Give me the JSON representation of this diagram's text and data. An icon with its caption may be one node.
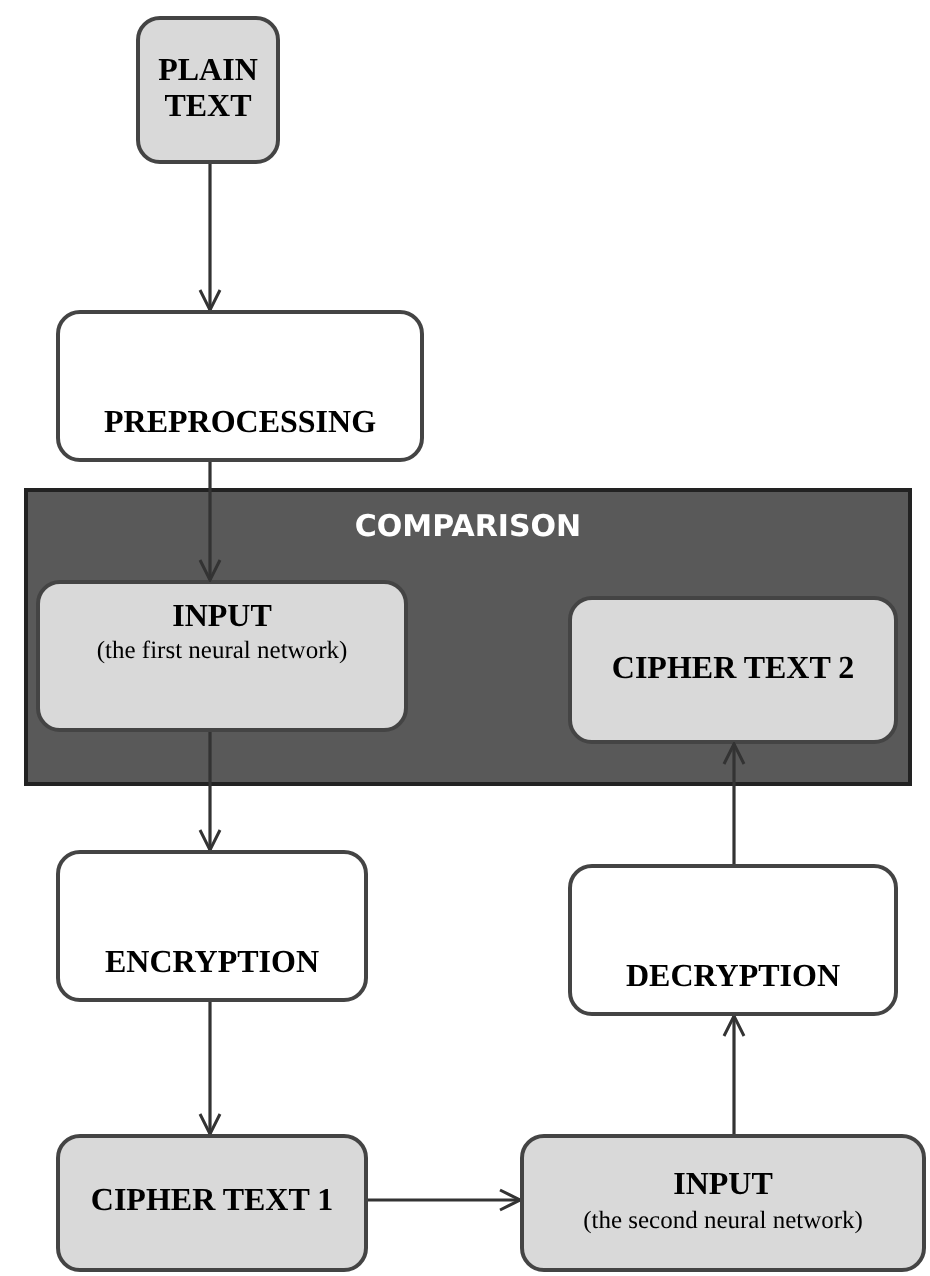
{
  "diagram": {
    "nodes": [
      {
        "text": [
          "PLAIN TEXT"
        ]
      },
      {
        "text": [
          "PREPROCESSING"
        ]
      },
      {
        "text": [
          "COMPARISON"
        ]
      },
      {
        "text": [
          "INPUT",
          "(the first neural network)"
        ],
        "in": 2
      },
      {
        "text": [
          "CIPHER TEXT 2"
        ],
        "in": 2
      },
      {
        "text": [
          "ENCRYPTION"
        ]
      },
      {
        "text": [
          "DECRYPTION"
        ]
      },
      {
        "text": [
          "CIPHER TEXT 1"
        ]
      },
      {
        "text": [
          "INPUT",
          "(the second neural network)"
        ]
      }
    ],
    "edges": [
      {
        "from": 0,
        "to": 1,
        "arrow": "to"
      },
      {
        "from": 1,
        "to": 3,
        "arrow": "to"
      },
      {
        "from": 3,
        "to": 5,
        "arrow": "to"
      },
      {
        "from": 5,
        "to": 7,
        "arrow": "to"
      },
      {
        "from": 7,
        "to": 8,
        "arrow": "to"
      },
      {
        "from": 8,
        "to": 6,
        "arrow": "to"
      },
      {
        "from": 6,
        "to": 4,
        "arrow": "to"
      }
    ]
  }
}
